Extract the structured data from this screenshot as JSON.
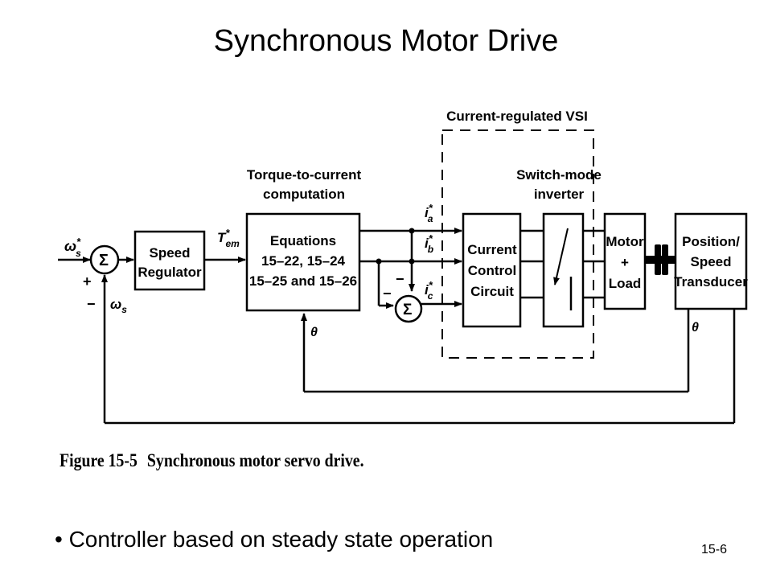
{
  "title": "Synchronous Motor Drive",
  "diagram": {
    "inputs": {
      "omega_s_ref": "ω",
      "star": "*",
      "sub_s": "s",
      "plus": "+",
      "minus": "−",
      "omega_s": "ω"
    },
    "sigma": "Σ",
    "speed_regulator": [
      "Speed",
      "Regulator"
    ],
    "torque_ref": {
      "main": "T",
      "star": "*",
      "sub": "em"
    },
    "torque_to_current_label": [
      "Torque-to-current",
      "computation"
    ],
    "equations_block": [
      "Equations",
      "15–22, 15–24",
      "15–25 and 15–26"
    ],
    "currents": [
      {
        "main": "i",
        "star": "*",
        "sub": "a"
      },
      {
        "main": "i",
        "star": "*",
        "sub": "b"
      },
      {
        "main": "i",
        "star": "*",
        "sub": "c"
      }
    ],
    "vsi_label": "Current-regulated VSI",
    "switch_label": [
      "Switch-mode",
      "inverter"
    ],
    "current_control": [
      "Current",
      "Control",
      "Circuit"
    ],
    "motor_load": [
      "Motor",
      "+",
      "Load"
    ],
    "transducer": [
      "Position/",
      "Speed",
      "Transducer"
    ],
    "theta": "θ"
  },
  "caption": {
    "figure": "Figure 15-5",
    "text": "Synchronous motor servo drive."
  },
  "bullet": "• Controller based on steady state operation",
  "page_number": "15-6"
}
